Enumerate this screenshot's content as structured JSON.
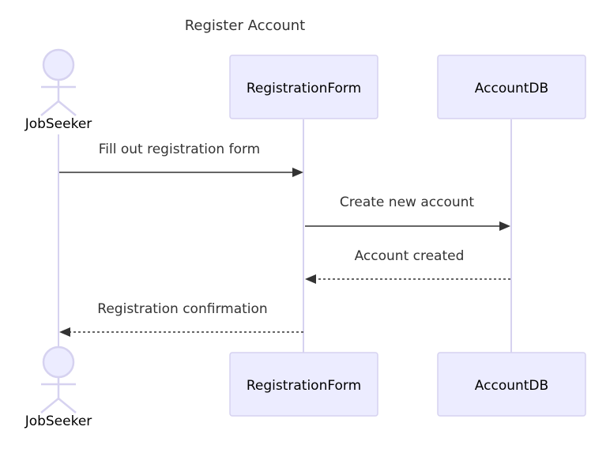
{
  "diagram": {
    "title": "Register Account",
    "participants": [
      {
        "label": "JobSeeker",
        "kind": "actor"
      },
      {
        "label": "RegistrationForm",
        "kind": "box"
      },
      {
        "label": "AccountDB",
        "kind": "box"
      }
    ],
    "messages": [
      {
        "label": "Fill out registration form",
        "from": 0,
        "to": 1,
        "style": "solid"
      },
      {
        "label": "Create new account",
        "from": 1,
        "to": 2,
        "style": "solid"
      },
      {
        "label": "Account created",
        "from": 2,
        "to": 1,
        "style": "dashed"
      },
      {
        "label": "Registration confirmation",
        "from": 1,
        "to": 0,
        "style": "dashed"
      }
    ]
  },
  "colors": {
    "participant_fill": "#ECECFF",
    "participant_border": "#D6D2F0",
    "message_line": "#333333"
  }
}
